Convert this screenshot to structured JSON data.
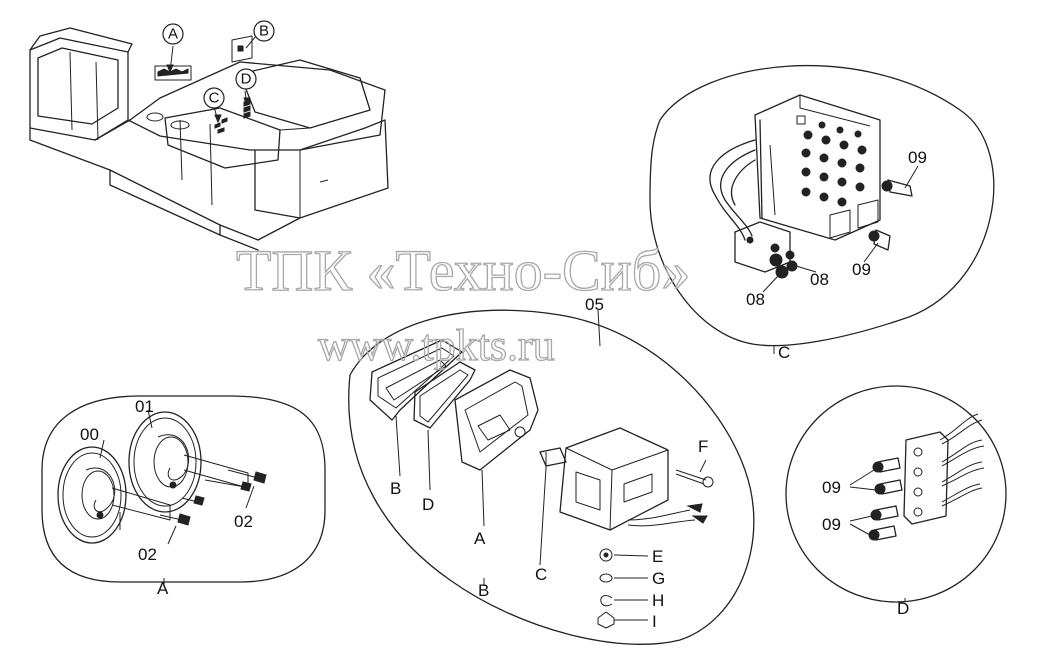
{
  "watermark": {
    "line1": "ТПК «Техно-Сиб»",
    "line2": "www.tpkts.ru"
  },
  "overview": {
    "callouts": [
      "A",
      "B",
      "C",
      "D"
    ]
  },
  "detail_a": {
    "caption": "A",
    "parts": [
      "00",
      "01",
      "02",
      "02"
    ]
  },
  "detail_b": {
    "caption": "B",
    "top_part": "05",
    "parts": [
      "B",
      "D",
      "A",
      "C",
      "F",
      "E",
      "G",
      "H",
      "I"
    ]
  },
  "detail_c": {
    "caption": "C",
    "parts": [
      "09",
      "09",
      "08",
      "08"
    ]
  },
  "detail_d": {
    "caption": "D",
    "parts": [
      "09",
      "09"
    ]
  }
}
